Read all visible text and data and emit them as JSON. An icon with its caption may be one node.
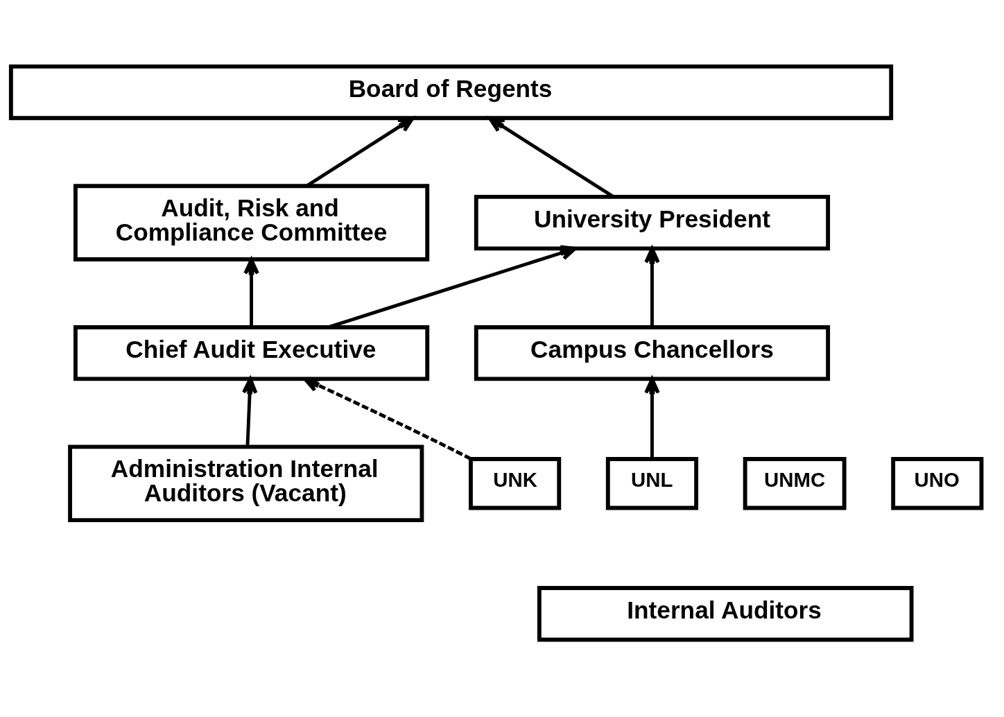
{
  "diagram": {
    "nodes": [
      {
        "text": [
          "Board of Regents"
        ]
      },
      {
        "text": [
          "Audit, Risk and Compliance Committee"
        ]
      },
      {
        "text": [
          "University President"
        ]
      },
      {
        "text": [
          "Campus Chancellors"
        ]
      },
      {
        "text": [
          "Chief Audit Executive"
        ]
      },
      {
        "text": [
          "Administration Internal Auditors (Vacant)"
        ]
      },
      {
        "text": [
          "UNK"
        ]
      },
      {
        "text": [
          "UNL"
        ]
      },
      {
        "text": [
          "UNMC"
        ]
      },
      {
        "text": [
          "UNO"
        ]
      },
      {
        "text": [
          "Internal Auditors"
        ]
      }
    ],
    "edges": [
      {
        "from": 1,
        "to": 0,
        "arrow": "to"
      },
      {
        "from": 2,
        "to": 0,
        "arrow": "to"
      },
      {
        "from": 4,
        "to": 1,
        "arrow": "to"
      },
      {
        "from": 4,
        "to": 2,
        "arrow": "to"
      },
      {
        "from": 3,
        "to": 2,
        "arrow": "to"
      },
      {
        "from": 5,
        "to": 4,
        "arrow": "to"
      },
      {
        "from": 7,
        "to": 3,
        "arrow": "to"
      },
      {
        "from": 6,
        "to": 4,
        "arrow": "to",
        "style": "dashed"
      }
    ]
  }
}
